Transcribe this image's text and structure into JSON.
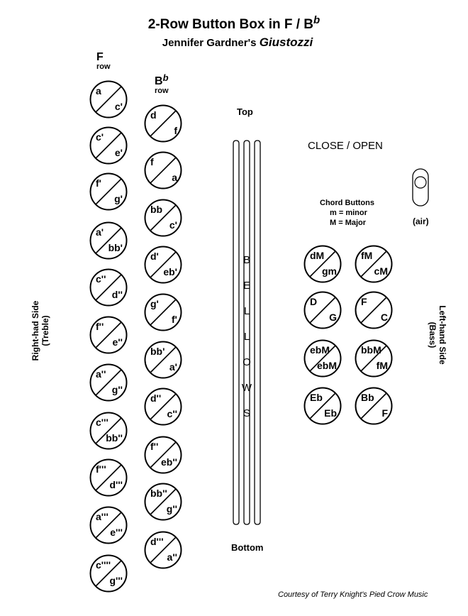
{
  "header": {
    "title": "2-Row Button Box in F / B",
    "title_flat": "b",
    "subtitle": "Jennifer Gardner's",
    "subtitle_model": "Giustozzi"
  },
  "f_row": {
    "label": "F",
    "sublabel": "row",
    "buttons": [
      {
        "close": "a",
        "open": "c'"
      },
      {
        "close": "c'",
        "open": "e'"
      },
      {
        "close": "f'",
        "open": "g'"
      },
      {
        "close": "a'",
        "open": "bb'"
      },
      {
        "close": "c''",
        "open": "d''"
      },
      {
        "close": "f''",
        "open": "e''"
      },
      {
        "close": "a''",
        "open": "g''"
      },
      {
        "close": "c'''",
        "open": "bb''"
      },
      {
        "close": "f'''",
        "open": "d'''"
      },
      {
        "close": "a'''",
        "open": "e'''"
      },
      {
        "close": "c''''",
        "open": "g'''"
      }
    ]
  },
  "bb_row": {
    "label": "B",
    "label_flat": "b",
    "sublabel": "row",
    "buttons": [
      {
        "close": "d",
        "open": "f"
      },
      {
        "close": "f",
        "open": "a"
      },
      {
        "close": "bb",
        "open": "c'"
      },
      {
        "close": "d'",
        "open": "eb'"
      },
      {
        "close": "g'",
        "open": "f'"
      },
      {
        "close": "bb'",
        "open": "a'"
      },
      {
        "close": "d''",
        "open": "c''"
      },
      {
        "close": "f''",
        "open": "eb''"
      },
      {
        "close": "bb''",
        "open": "g''"
      },
      {
        "close": "d'''",
        "open": "a''"
      }
    ]
  },
  "bellows": {
    "top_label": "Top",
    "bottom_label": "Bottom",
    "letters": [
      "B",
      "E",
      "L",
      "L",
      "O",
      "W",
      "S"
    ]
  },
  "legend": {
    "close_open": "CLOSE / OPEN",
    "chord_title": "Chord Buttons",
    "minor": "m = minor",
    "major": "M = Major",
    "air": "(air)"
  },
  "chord_buttons": [
    {
      "close": "dM",
      "open": "gm"
    },
    {
      "close": "fM",
      "open": "cM"
    },
    {
      "close": "D",
      "open": "G"
    },
    {
      "close": "F",
      "open": "C"
    },
    {
      "close": "ebM",
      "open": "ebM"
    },
    {
      "close": "bbM",
      "open": "fM"
    },
    {
      "close": "Eb",
      "open": "Eb"
    },
    {
      "close": "Bb",
      "open": "F"
    }
  ],
  "sides": {
    "right_line1": "Right-had Side",
    "right_line2": "(Treble)",
    "left_line1": "Left-hand Side",
    "left_line2": "(Bass)"
  },
  "credit": "Courtesy of Terry Knight's Pied Crow Music"
}
